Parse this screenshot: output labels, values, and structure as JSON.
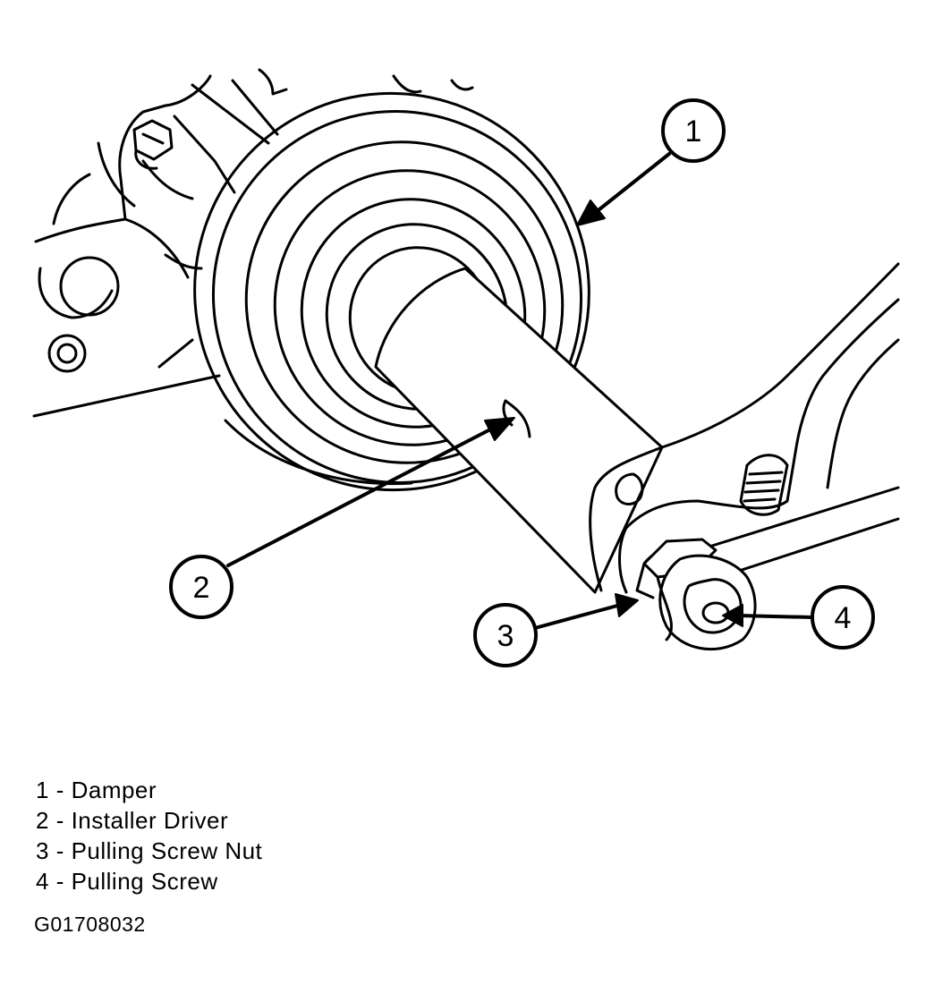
{
  "callouts": [
    {
      "number": "1",
      "label": "Damper"
    },
    {
      "number": "2",
      "label": "Installer Driver"
    },
    {
      "number": "3",
      "label": "Pulling Screw Nut"
    },
    {
      "number": "4",
      "label": "Pulling Screw"
    }
  ],
  "legend": [
    {
      "number": "1",
      "separator": " - ",
      "label": "Damper"
    },
    {
      "number": "2",
      "separator": " - ",
      "label": "Installer Driver"
    },
    {
      "number": "3",
      "separator": " - ",
      "label": "Pulling Screw Nut"
    },
    {
      "number": "4",
      "separator": " - ",
      "label": "Pulling Screw"
    }
  ],
  "figure_id": "G01708032",
  "colors": {
    "line": "#000000",
    "background": "#ffffff"
  }
}
